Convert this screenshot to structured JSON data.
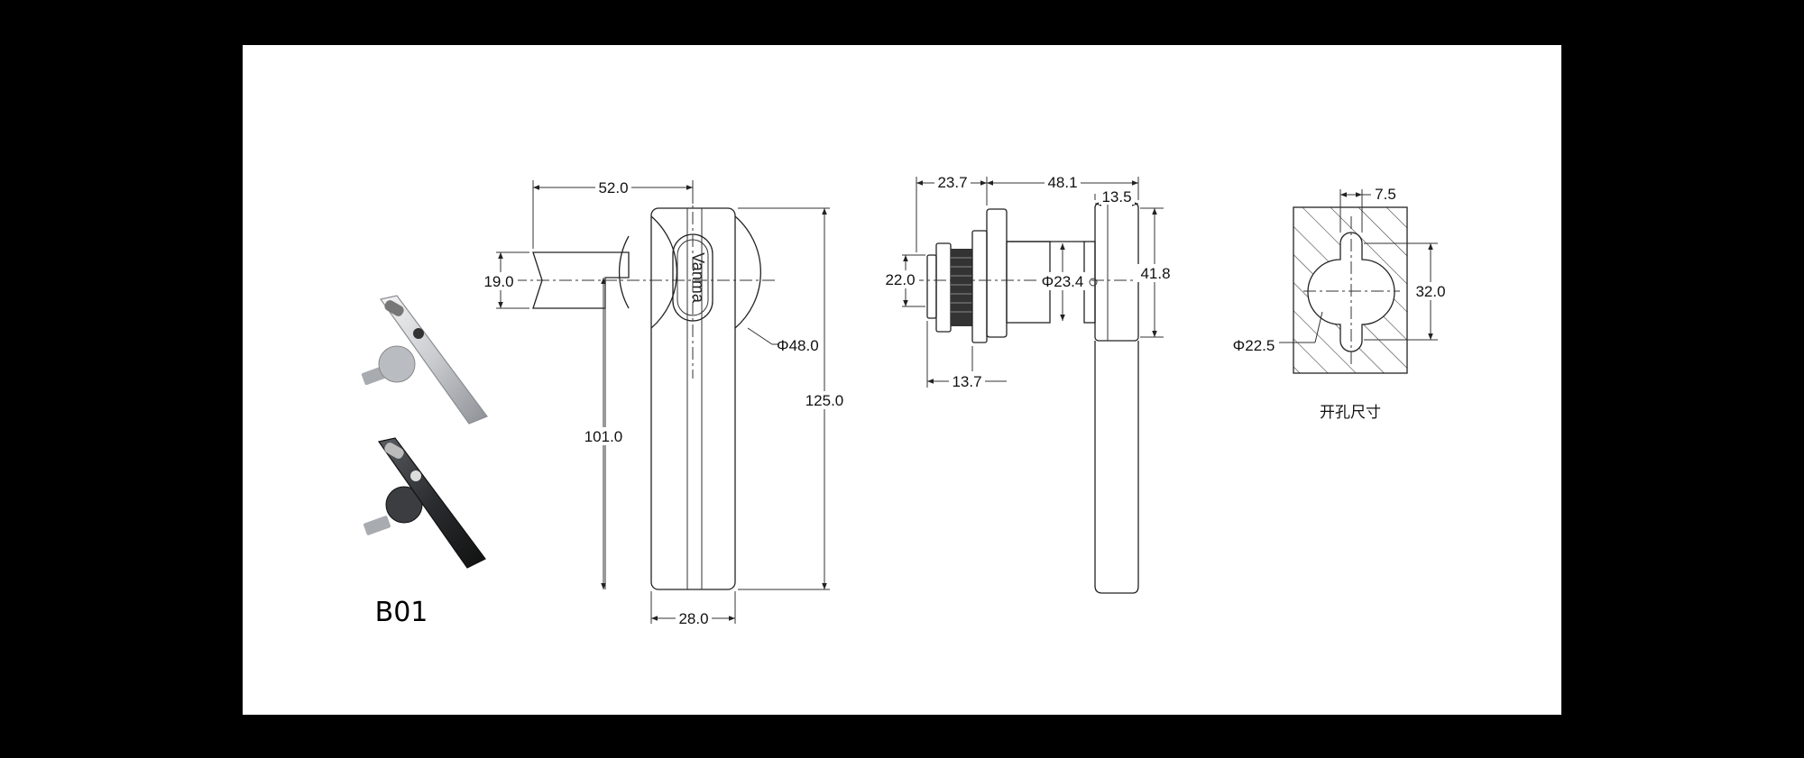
{
  "model": "B01",
  "brand_mark": "Vanma",
  "cutout_caption": "开孔尺寸",
  "front_view": {
    "width_top": "52.0",
    "tongue_height": "19.0",
    "diameter": "Φ48.0",
    "lever_length": "101.0",
    "total_length": "125.0",
    "lever_width": "28.0"
  },
  "side_view": {
    "d_23_7": "23.7",
    "d_48_1": "48.1",
    "d_13_5": "13.5",
    "d_22_0": "22.0",
    "d_23_4": "Φ23.4",
    "d_41_8": "41.8",
    "d_13_7": "13.7"
  },
  "cutout_view": {
    "d_7_5": "7.5",
    "d_32_0": "32.0",
    "d_22_5": "Φ22.5"
  },
  "product_photos": [
    {
      "finish": "silver"
    },
    {
      "finish": "black"
    }
  ]
}
